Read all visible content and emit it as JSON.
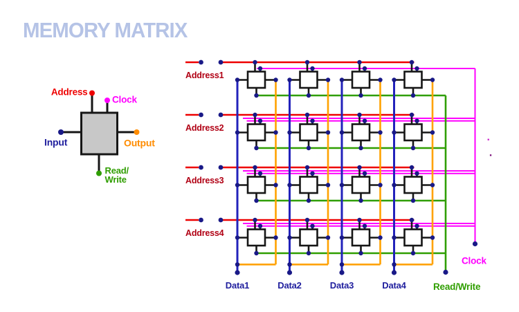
{
  "title": "MEMORY MATRIX",
  "colors": {
    "title": "#b5c3e6",
    "red": "#ee0000",
    "dark-red": "#b10014",
    "magenta": "#ff00ff",
    "green": "#2f9e00",
    "blue": "#2222bb",
    "navy": "#191987",
    "navy-label": "#201f9e",
    "orange": "#ffa200",
    "deep-orange": "#ff8c00",
    "box-fill": "#c8c8c8",
    "black": "#161616",
    "stray-pink": "#cc22cc",
    "stray-purple": "#7a0d7a"
  },
  "symbol": {
    "labels": {
      "address": "Address",
      "clock": "Clock",
      "input": "Input",
      "output": "Output",
      "read_write_line1": "Read/",
      "read_write_line2": "Write"
    }
  },
  "matrix": {
    "rows": 4,
    "cols": 4,
    "address_labels": [
      "Address1",
      "Address2",
      "Address3",
      "Address4"
    ],
    "data_labels": [
      "Data1",
      "Data2",
      "Data3",
      "Data4"
    ],
    "clock_label": "Clock",
    "read_write_label": "Read/Write"
  }
}
